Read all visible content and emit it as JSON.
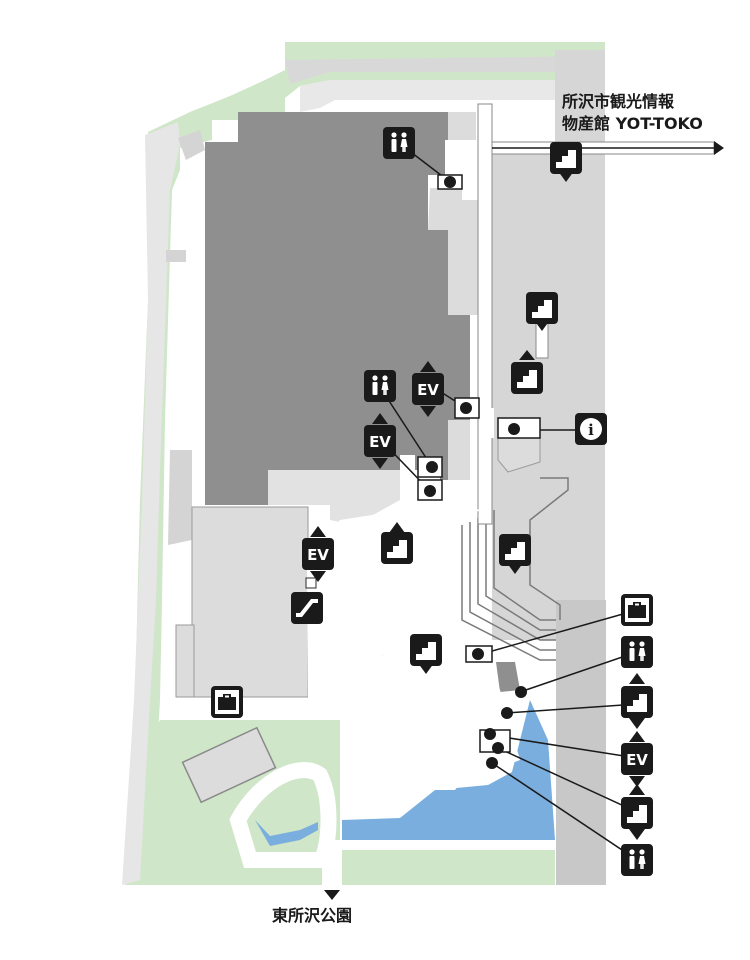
{
  "labels": {
    "tourist_info_line1": "所沢市観光情報",
    "tourist_info_line2": "物産館 YOT-TOKO",
    "park": "東所沢公園"
  },
  "icon_text": {
    "elevator": "EV",
    "info": "i"
  },
  "legend_icons": {
    "restroom": "restroom-icon",
    "elevator": "elevator-icon",
    "stairs": "stairs-icon",
    "escalator": "escalator-icon",
    "locker": "locker-icon",
    "information": "information-icon"
  },
  "colors": {
    "green_area": "#cfe6c9",
    "building_dark": "#8f8f8f",
    "building_mid": "#b5b5b5",
    "building_light": "#dcdcdc",
    "road": "#d6d6d6",
    "water": "#7aaedf",
    "icon_bg": "#1a1a1a",
    "path": "#ffffff"
  }
}
